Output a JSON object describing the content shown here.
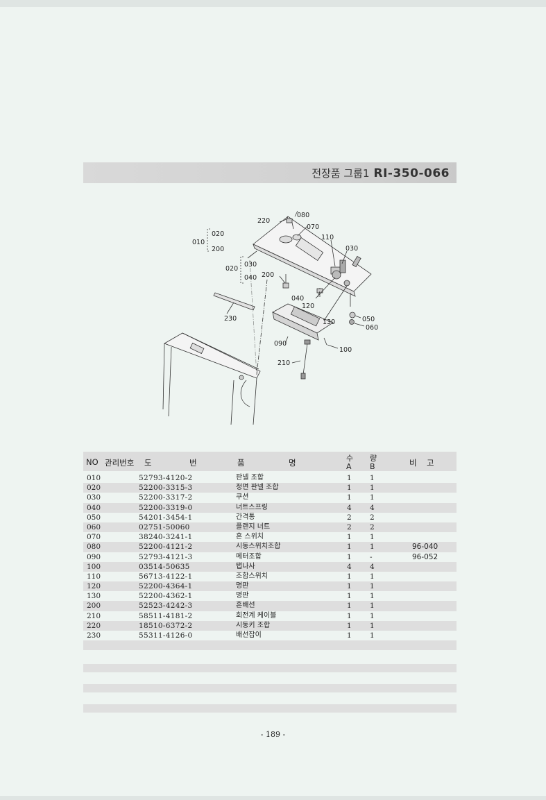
{
  "header": {
    "title": "전장품 그룹1",
    "code": "RI-350-066"
  },
  "diagram": {
    "labels": [
      "220",
      "080",
      "070",
      "110",
      "030",
      "010",
      "020",
      "200",
      "020",
      "030",
      "040",
      "200",
      "040",
      "120",
      "230",
      "050",
      "060",
      "130",
      "090",
      "100",
      "210"
    ]
  },
  "table": {
    "headers": {
      "no": "NO",
      "mgmt": "관리번호",
      "drawing_a": "도",
      "drawing_b": "번",
      "name_a": "품",
      "name_b": "명",
      "qty_a": "수",
      "qty_b": "량",
      "qty_col_a": "A",
      "qty_col_b": "B",
      "note_a": "비",
      "note_b": "고"
    },
    "rows": [
      {
        "no": "010",
        "part": "52793-4120-2",
        "name": "판넬 조합",
        "a": "1",
        "b": "1",
        "note": ""
      },
      {
        "no": "020",
        "part": "52200-3315-3",
        "name": "정면 판넬 조합",
        "a": "1",
        "b": "1",
        "note": ""
      },
      {
        "no": "030",
        "part": "52200-3317-2",
        "name": "쿠션",
        "a": "1",
        "b": "1",
        "note": ""
      },
      {
        "no": "040",
        "part": "52200-3319-0",
        "name": "너트스프링",
        "a": "4",
        "b": "4",
        "note": ""
      },
      {
        "no": "050",
        "part": "54201-3454-1",
        "name": "간격통",
        "a": "2",
        "b": "2",
        "note": ""
      },
      {
        "no": "060",
        "part": "02751-50060",
        "name": "플랜지 너트",
        "a": "2",
        "b": "2",
        "note": ""
      },
      {
        "no": "070",
        "part": "38240-3241-1",
        "name": "혼 스위치",
        "a": "1",
        "b": "1",
        "note": ""
      },
      {
        "no": "080",
        "part": "52200-4121-2",
        "name": "시동스위치조합",
        "a": "1",
        "b": "1",
        "note": "96-040"
      },
      {
        "no": "090",
        "part": "52793-4121-3",
        "name": "메터조합",
        "a": "1",
        "b": "-",
        "note": "96-052"
      },
      {
        "no": "100",
        "part": "03514-50635",
        "name": "탭나사",
        "a": "4",
        "b": "4",
        "note": ""
      },
      {
        "no": "110",
        "part": "56713-4122-1",
        "name": "조합스위치",
        "a": "1",
        "b": "1",
        "note": ""
      },
      {
        "no": "120",
        "part": "52200-4364-1",
        "name": "명판",
        "a": "1",
        "b": "1",
        "note": ""
      },
      {
        "no": "130",
        "part": "52200-4362-1",
        "name": "명판",
        "a": "1",
        "b": "1",
        "note": ""
      },
      {
        "no": "200",
        "part": "52523-4242-3",
        "name": "혼배선",
        "a": "1",
        "b": "1",
        "note": ""
      },
      {
        "no": "210",
        "part": "58511-4181-2",
        "name": "회전계 케이블",
        "a": "1",
        "b": "1",
        "note": ""
      },
      {
        "no": "220",
        "part": "18510-6372-2",
        "name": "시동키 조합",
        "a": "1",
        "b": "1",
        "note": ""
      },
      {
        "no": "230",
        "part": "55311-4126-0",
        "name": "배선잡이",
        "a": "1",
        "b": "1",
        "note": ""
      }
    ]
  },
  "footer": {
    "page": "- 189 -"
  }
}
